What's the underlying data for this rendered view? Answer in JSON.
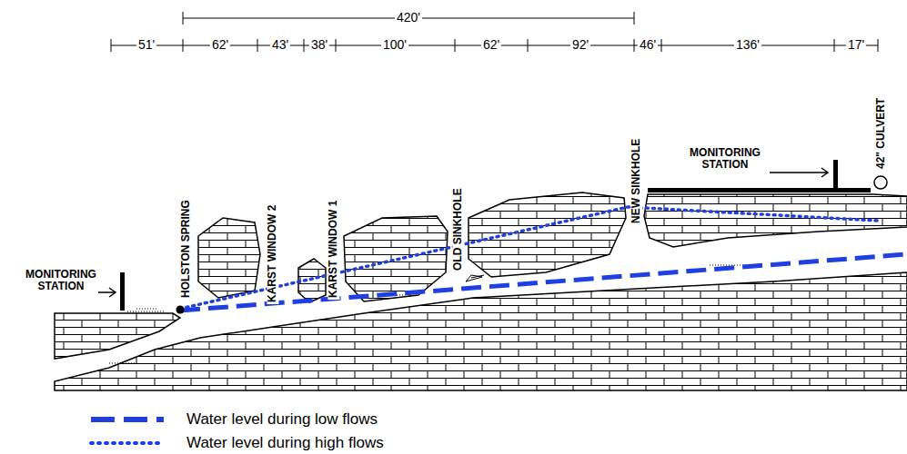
{
  "diagram": {
    "labels": [
      "420'",
      "51'",
      "62'",
      "43'",
      "38'",
      "100'",
      "62'",
      "92'",
      "46'",
      "136'",
      "17'",
      "HOLSTON SPRING",
      "KARST WINDOW 2",
      "KARST WINDOW 1",
      "OLD SINKHOLE",
      "NEW SINKHOLE",
      "42\" CULVERT",
      "MONITORING STATION",
      "MONITORING STATION"
    ],
    "legend": [
      {
        "text": "Water level during low flows"
      },
      {
        "text": "Water level during high flows"
      }
    ]
  }
}
